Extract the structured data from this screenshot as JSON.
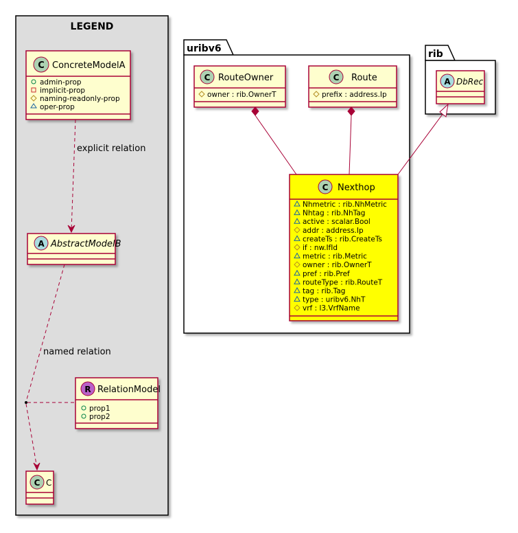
{
  "legend": {
    "title": "LEGEND",
    "concrete_model": {
      "stereotype": "C",
      "name": "ConcreteModelA",
      "members": [
        {
          "vis": "+",
          "name": "admin-prop"
        },
        {
          "vis": "-",
          "name": "implicit-prop"
        },
        {
          "vis": "#",
          "name": "naming-readonly-prop"
        },
        {
          "vis": "~",
          "name": "oper-prop"
        }
      ]
    },
    "abstract_model": {
      "stereotype": "A",
      "name": "AbstractModelB"
    },
    "relation_model": {
      "stereotype": "R",
      "name": "RelationModel",
      "members": [
        {
          "vis": "+",
          "name": "prop1"
        },
        {
          "vis": "+",
          "name": "prop2"
        }
      ]
    },
    "class_c": {
      "stereotype": "C",
      "name": "C"
    },
    "explicit_relation_label": "explicit relation",
    "named_relation_label": "named relation"
  },
  "uribv6": {
    "title": "uribv6",
    "route_owner": {
      "stereotype": "C",
      "name": "RouteOwner",
      "members": [
        {
          "vis": "#",
          "name": "owner : rib.OwnerT"
        }
      ]
    },
    "route": {
      "stereotype": "C",
      "name": "Route",
      "members": [
        {
          "vis": "#",
          "name": "prefix : address.Ip"
        }
      ]
    },
    "nexthop": {
      "stereotype": "C",
      "name": "Nexthop",
      "fill": "#FFFF00",
      "members": [
        {
          "vis": "~",
          "name": "Nhmetric : rib.NhMetric"
        },
        {
          "vis": "~",
          "name": "Nhtag : rib.NhTag"
        },
        {
          "vis": "~",
          "name": "active : scalar.Bool"
        },
        {
          "vis": "#",
          "name": "addr : address.Ip"
        },
        {
          "vis": "~",
          "name": "createTs : rib.CreateTs"
        },
        {
          "vis": "#",
          "name": "if : nw.IfId"
        },
        {
          "vis": "~",
          "name": "metric : rib.Metric"
        },
        {
          "vis": "#",
          "name": "owner : rib.OwnerT"
        },
        {
          "vis": "~",
          "name": "pref : rib.Pref"
        },
        {
          "vis": "~",
          "name": "routeType : rib.RouteT"
        },
        {
          "vis": "~",
          "name": "tag : rib.Tag"
        },
        {
          "vis": "~",
          "name": "type : uribv6.NhT"
        },
        {
          "vis": "#",
          "name": "vrf : l3.VrfName"
        }
      ]
    }
  },
  "rib": {
    "title": "rib",
    "db_rec": {
      "stereotype": "A",
      "name": "DbRec"
    }
  },
  "colors": {
    "class_fill": "#FEFECE",
    "class_border": "#A80036",
    "legend_bg": "#DDDDDD",
    "circle_c": "#ADD1B2",
    "circle_r": "#B962C9",
    "highlight": "#FFFF00"
  }
}
